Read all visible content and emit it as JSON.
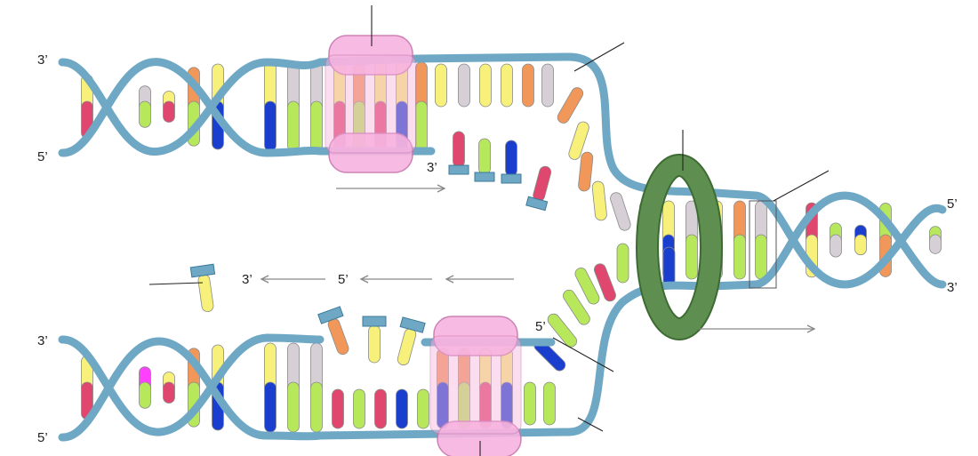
{
  "labels": {
    "top_left_3": "3’",
    "top_left_5": "5’",
    "bottom_left_3": "3’",
    "bottom_left_5": "5’",
    "right_top_5": "5’",
    "right_bottom_3": "3’",
    "leading_3": "3’",
    "lagging_3": "3’",
    "lagging_5": "5’",
    "lagging_5_end": "5’"
  },
  "colors": {
    "backbone": "#6fa8c4",
    "backbone_edge": "#3c7a99",
    "base_yellow": "#f7f07a",
    "base_pink": "#e0476e",
    "base_green": "#b7e85c",
    "base_blue": "#1a3fcf",
    "base_orange": "#f2975a",
    "base_gray": "#d6d0d6",
    "base_magenta": "#ff40ff",
    "polymerase": "#f7b4e0",
    "polymerase_edge": "#c774ad",
    "helicase": "#5e8f50",
    "helicase_edge": "#3d6b33",
    "arrow": "#888888",
    "callout": "#222222"
  }
}
